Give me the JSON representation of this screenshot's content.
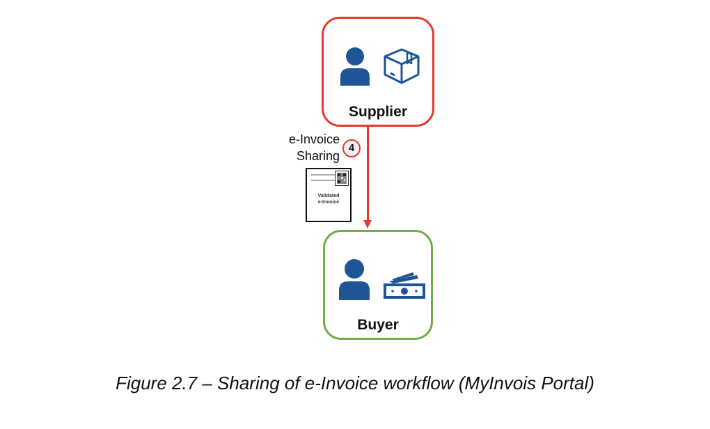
{
  "nodes": {
    "supplier": {
      "label": "Supplier",
      "border_color": "#e8372c",
      "icons": [
        "person-icon",
        "package-box-icon"
      ]
    },
    "buyer": {
      "label": "Buyer",
      "border_color": "#70ad47",
      "icons": [
        "person-icon",
        "money-cash-icon"
      ]
    }
  },
  "edge": {
    "from": "Supplier",
    "to": "Buyer",
    "label_line1": "e-Invoice",
    "label_line2": "Sharing",
    "step_number": "4",
    "color": "#e8372c"
  },
  "document": {
    "line1": "Validated",
    "line2": "e-Invoice",
    "icon": "qr-code-icon"
  },
  "caption": "Figure 2.7 – Sharing of e-Invoice workflow (MyInvois Portal)",
  "colors": {
    "icon_blue": "#1f5597",
    "supplier_border": "#e8372c",
    "buyer_border": "#70ad47"
  }
}
